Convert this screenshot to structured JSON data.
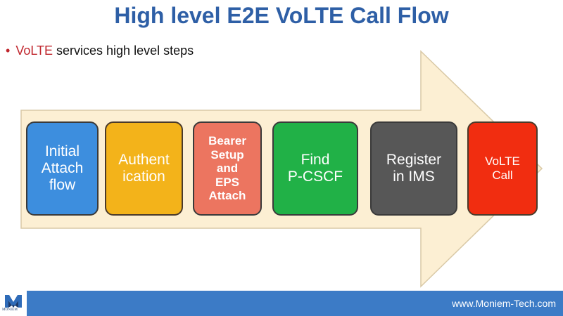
{
  "slide": {
    "title": "High level E2E VoLTE Call Flow",
    "bullet": {
      "marker": "•",
      "highlight": "VoLTE",
      "rest": " services high level steps"
    }
  },
  "steps": [
    {
      "lines": [
        "Initial",
        "Attach",
        "flow"
      ],
      "color": "#3d8ede"
    },
    {
      "lines": [
        "Authent",
        "ication"
      ],
      "color": "#f3b31a"
    },
    {
      "lines": [
        "Bearer",
        "Setup",
        "and",
        "EPS",
        "Attach"
      ],
      "color": "#ec7560"
    },
    {
      "lines": [
        "Find",
        "P-CSCF"
      ],
      "color": "#21b147"
    },
    {
      "lines": [
        "Register",
        "in IMS"
      ],
      "color": "#575757"
    },
    {
      "lines": [
        "VoLTE",
        "Call"
      ],
      "color": "#f12d10"
    }
  ],
  "arrow": {
    "fill": "#fcefd3"
  },
  "footer": {
    "website": "www.Moniem-Tech.com",
    "color": "#3c7bc6"
  },
  "logo": {
    "text": "MONIEM"
  }
}
